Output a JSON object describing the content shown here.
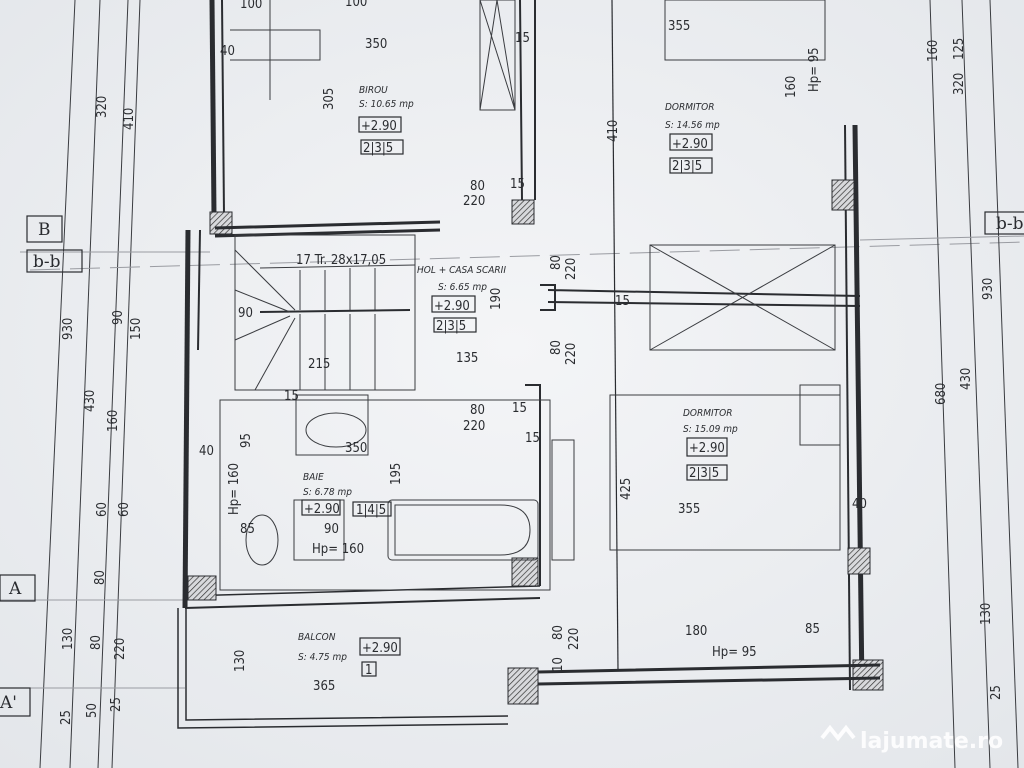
{
  "rooms": {
    "birou": {
      "name": "BIROU",
      "area": "S: 10.65 mp",
      "level": "+2.90",
      "code": "2|3|5"
    },
    "dormitor1": {
      "name": "DORMITOR",
      "area": "S: 14.56 mp",
      "level": "+2.90",
      "code": "2|3|5"
    },
    "hol": {
      "name": "HOL + CASA SCARII",
      "area": "S: 6.65 mp",
      "level": "+2.90",
      "code": "2|3|5"
    },
    "dormitor2": {
      "name": "DORMITOR",
      "area": "S: 15.09 mp",
      "level": "+2.90",
      "code": "2|3|5"
    },
    "baie": {
      "name": "BAIE",
      "area": "S: 6.78 mp",
      "level": "+2.90",
      "code": "1|4|5"
    },
    "balcon": {
      "name": "BALCON",
      "area": "S: 4.75 mp",
      "level": "+2.90",
      "code": "1"
    }
  },
  "stairs": "17 Tr. 28x17,05",
  "axes": {
    "B": "B",
    "bb_left": "b-b",
    "bb_right": "b-b",
    "A": "A",
    "A_prime": "A'"
  },
  "dims": {
    "top_100a": "100",
    "top_100b": "100",
    "birou_350": "350",
    "birou_40": "40",
    "birou_305": "305",
    "top_15": "15",
    "dorm_355": "355",
    "dorm_160": "160",
    "dorm_hp": "Hp= 95",
    "dorm_410": "410",
    "door1_80": "80",
    "door1_220": "220",
    "door1_15": "15",
    "hol_220v": "220",
    "hol_80v": "80",
    "hol_190": "190",
    "hol_15": "15",
    "hol_80b": "80",
    "hol_220b": "220",
    "st_90": "90",
    "st_215": "215",
    "st_135": "135",
    "st_15": "15",
    "door2_80": "80",
    "door2_220": "220",
    "door2_15": "15",
    "door2_15b": "15",
    "baie_350": "350",
    "baie_40": "40",
    "baie_95": "95",
    "baie_hp160": "Hp= 160",
    "baie_195": "195",
    "baie_90": "90",
    "baie_hp160b": "Hp= 160",
    "baie_85": "85",
    "d2_425": "425",
    "d2_355": "355",
    "d2_40": "40",
    "bal_130": "130",
    "bal_365": "365",
    "bal_80": "80",
    "bal_220": "220",
    "bal_10": "10",
    "win_180": "180",
    "win_85": "85",
    "win_hp": "Hp= 95",
    "l_320": "320",
    "l_410": "410",
    "l_930": "930",
    "l_90": "90",
    "l_150": "150",
    "l_430": "430",
    "l_160": "160",
    "l_60a": "60",
    "l_60b": "60",
    "l_80": "80",
    "l_130": "130",
    "l_80b": "80",
    "l_220": "220",
    "l_25": "25",
    "l_50": "50",
    "l_25b": "25",
    "r_160": "160",
    "r_125": "125",
    "r_320": "320",
    "r_930": "930",
    "r_430": "430",
    "r_680": "680",
    "r_130": "130",
    "r_25": "25"
  },
  "watermark": "lajumate.ro",
  "colors": {
    "paper": "#eceef1",
    "ink": "#2a2c30"
  }
}
